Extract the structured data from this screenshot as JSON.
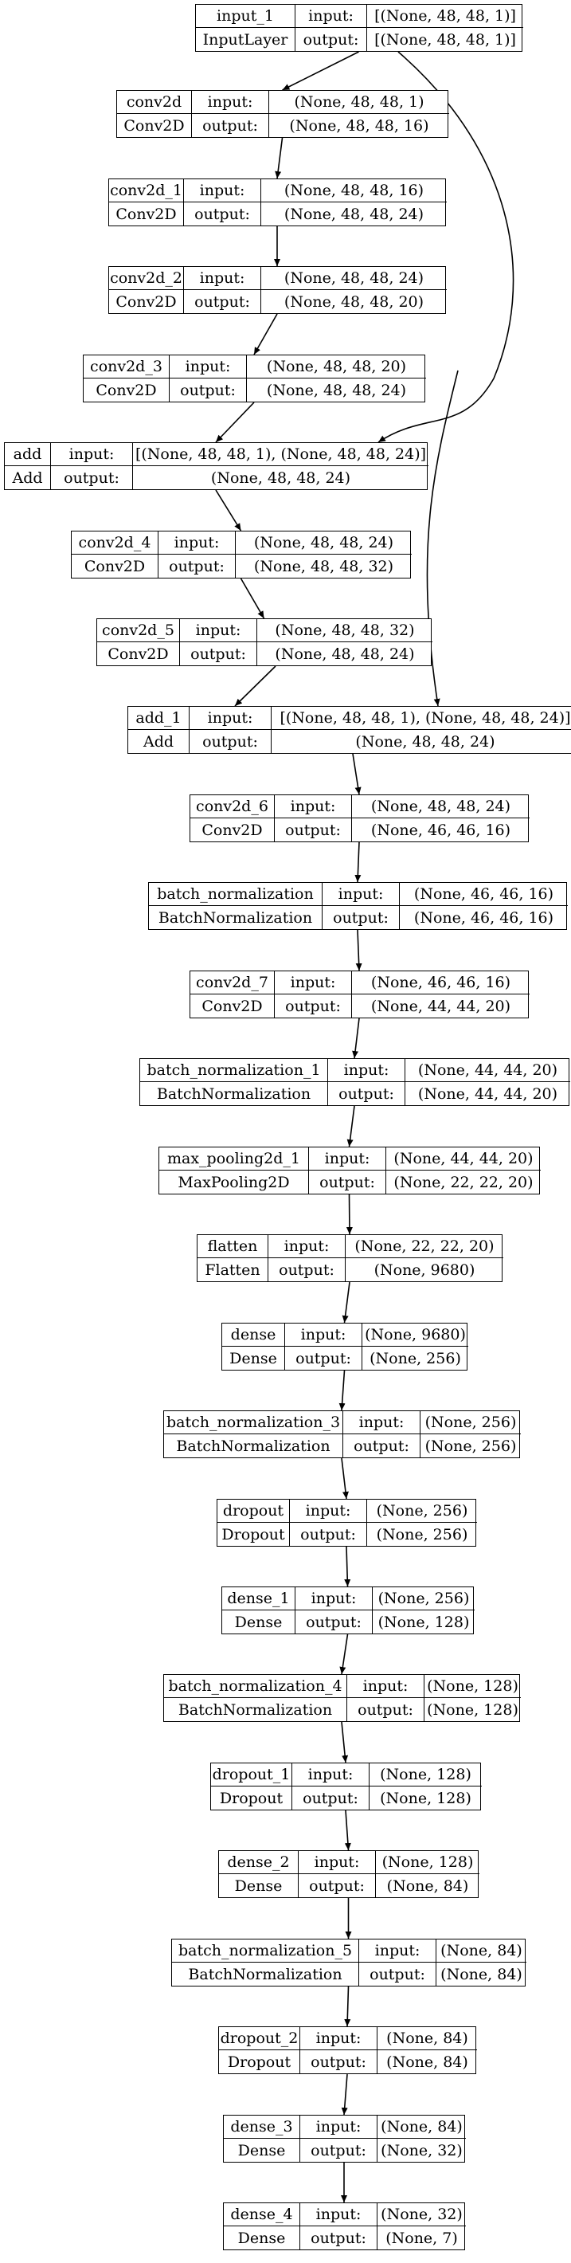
{
  "labels": {
    "input": "input:",
    "output": "output:"
  },
  "layers": [
    {
      "id": "input_1",
      "name": "input_1",
      "type": "InputLayer",
      "input": "[(None, 48, 48, 1)]",
      "output": "[(None, 48, 48, 1)]"
    },
    {
      "id": "conv2d",
      "name": "conv2d",
      "type": "Conv2D",
      "input": "(None, 48, 48, 1)",
      "output": "(None, 48, 48, 16)"
    },
    {
      "id": "conv2d_1",
      "name": "conv2d_1",
      "type": "Conv2D",
      "input": "(None, 48, 48, 16)",
      "output": "(None, 48, 48, 24)"
    },
    {
      "id": "conv2d_2",
      "name": "conv2d_2",
      "type": "Conv2D",
      "input": "(None, 48, 48, 24)",
      "output": "(None, 48, 48, 20)"
    },
    {
      "id": "conv2d_3",
      "name": "conv2d_3",
      "type": "Conv2D",
      "input": "(None, 48, 48, 20)",
      "output": "(None, 48, 48, 24)"
    },
    {
      "id": "add",
      "name": "add",
      "type": "Add",
      "input": "[(None, 48, 48, 1), (None, 48, 48, 24)]",
      "output": "(None, 48, 48, 24)"
    },
    {
      "id": "conv2d_4",
      "name": "conv2d_4",
      "type": "Conv2D",
      "input": "(None, 48, 48, 24)",
      "output": "(None, 48, 48, 32)"
    },
    {
      "id": "conv2d_5",
      "name": "conv2d_5",
      "type": "Conv2D",
      "input": "(None, 48, 48, 32)",
      "output": "(None, 48, 48, 24)"
    },
    {
      "id": "add_1",
      "name": "add_1",
      "type": "Add",
      "input": "[(None, 48, 48, 1), (None, 48, 48, 24)]",
      "output": "(None, 48, 48, 24)"
    },
    {
      "id": "conv2d_6",
      "name": "conv2d_6",
      "type": "Conv2D",
      "input": "(None, 48, 48, 24)",
      "output": "(None, 46, 46, 16)"
    },
    {
      "id": "batch_normalization",
      "name": "batch_normalization",
      "type": "BatchNormalization",
      "input": "(None, 46, 46, 16)",
      "output": "(None, 46, 46, 16)"
    },
    {
      "id": "conv2d_7",
      "name": "conv2d_7",
      "type": "Conv2D",
      "input": "(None, 46, 46, 16)",
      "output": "(None, 44, 44, 20)"
    },
    {
      "id": "batch_normalization_1",
      "name": "batch_normalization_1",
      "type": "BatchNormalization",
      "input": "(None, 44, 44, 20)",
      "output": "(None, 44, 44, 20)"
    },
    {
      "id": "max_pooling2d_1",
      "name": "max_pooling2d_1",
      "type": "MaxPooling2D",
      "input": "(None, 44, 44, 20)",
      "output": "(None, 22, 22, 20)"
    },
    {
      "id": "flatten",
      "name": "flatten",
      "type": "Flatten",
      "input": "(None, 22, 22, 20)",
      "output": "(None, 9680)"
    },
    {
      "id": "dense",
      "name": "dense",
      "type": "Dense",
      "input": "(None, 9680)",
      "output": "(None, 256)"
    },
    {
      "id": "batch_normalization_3",
      "name": "batch_normalization_3",
      "type": "BatchNormalization",
      "input": "(None, 256)",
      "output": "(None, 256)"
    },
    {
      "id": "dropout",
      "name": "dropout",
      "type": "Dropout",
      "input": "(None, 256)",
      "output": "(None, 256)"
    },
    {
      "id": "dense_1",
      "name": "dense_1",
      "type": "Dense",
      "input": "(None, 256)",
      "output": "(None, 128)"
    },
    {
      "id": "batch_normalization_4",
      "name": "batch_normalization_4",
      "type": "BatchNormalization",
      "input": "(None, 128)",
      "output": "(None, 128)"
    },
    {
      "id": "dropout_1",
      "name": "dropout_1",
      "type": "Dropout",
      "input": "(None, 128)",
      "output": "(None, 128)"
    },
    {
      "id": "dense_2",
      "name": "dense_2",
      "type": "Dense",
      "input": "(None, 128)",
      "output": "(None, 84)"
    },
    {
      "id": "batch_normalization_5",
      "name": "batch_normalization_5",
      "type": "BatchNormalization",
      "input": "(None, 84)",
      "output": "(None, 84)"
    },
    {
      "id": "dropout_2",
      "name": "dropout_2",
      "type": "Dropout",
      "input": "(None, 84)",
      "output": "(None, 84)"
    },
    {
      "id": "dense_3",
      "name": "dense_3",
      "type": "Dense",
      "input": "(None, 84)",
      "output": "(None, 32)"
    },
    {
      "id": "dense_4",
      "name": "dense_4",
      "type": "Dense",
      "input": "(None, 32)",
      "output": "(None, 7)"
    }
  ],
  "edges": [
    [
      "input_1",
      "conv2d"
    ],
    [
      "conv2d",
      "conv2d_1"
    ],
    [
      "conv2d_1",
      "conv2d_2"
    ],
    [
      "conv2d_2",
      "conv2d_3"
    ],
    [
      "conv2d_3",
      "add"
    ],
    [
      "input_1",
      "add"
    ],
    [
      "add",
      "conv2d_4"
    ],
    [
      "conv2d_4",
      "conv2d_5"
    ],
    [
      "conv2d_5",
      "add_1"
    ],
    [
      "input_1",
      "add_1"
    ],
    [
      "add_1",
      "conv2d_6"
    ],
    [
      "conv2d_6",
      "batch_normalization"
    ],
    [
      "batch_normalization",
      "conv2d_7"
    ],
    [
      "conv2d_7",
      "batch_normalization_1"
    ],
    [
      "batch_normalization_1",
      "max_pooling2d_1"
    ],
    [
      "max_pooling2d_1",
      "flatten"
    ],
    [
      "flatten",
      "dense"
    ],
    [
      "dense",
      "batch_normalization_3"
    ],
    [
      "batch_normalization_3",
      "dropout"
    ],
    [
      "dropout",
      "dense_1"
    ],
    [
      "dense_1",
      "batch_normalization_4"
    ],
    [
      "batch_normalization_4",
      "dropout_1"
    ],
    [
      "dropout_1",
      "dense_2"
    ],
    [
      "dense_2",
      "batch_normalization_5"
    ],
    [
      "batch_normalization_5",
      "dropout_2"
    ],
    [
      "dropout_2",
      "dense_3"
    ],
    [
      "dense_3",
      "dense_4"
    ]
  ]
}
